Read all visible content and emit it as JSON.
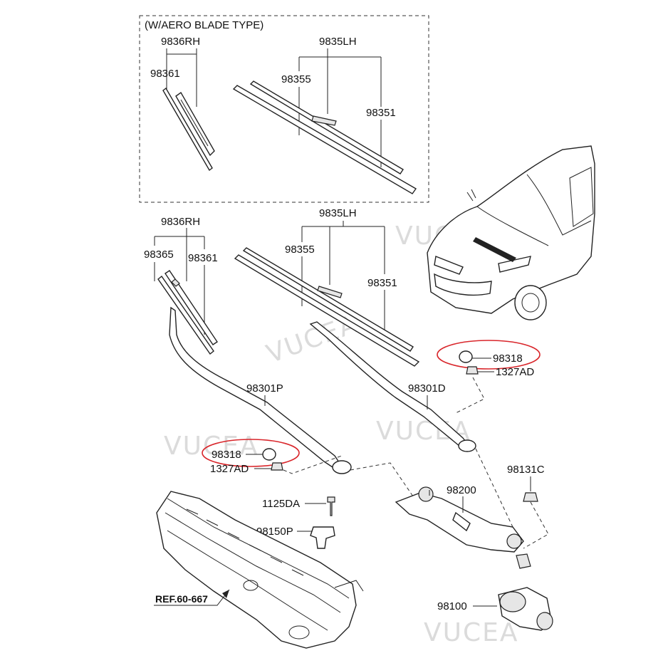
{
  "group_box": {
    "title": "(W/AERO BLADE TYPE)"
  },
  "labels": {
    "aero_rh": "9836RH",
    "aero_rh_blade": "98361",
    "aero_lh": "9835LH",
    "aero_lh_blade": "98355",
    "aero_lh_refill": "98351",
    "std_rh": "9836RH",
    "std_rh_frame": "98365",
    "std_rh_blade": "98361",
    "std_lh": "9835LH",
    "std_lh_blade": "98355",
    "std_lh_refill": "98351",
    "arm_p": "98301P",
    "arm_d": "98301D",
    "cap_d": "98318",
    "nut_d": "1327AD",
    "cap_p": "98318",
    "nut_p": "1327AD",
    "bolt": "1125DA",
    "bracket": "98150P",
    "linkage": "98200",
    "nut_link": "98131C",
    "motor": "98100",
    "ref": "REF.60-667"
  },
  "watermarks": [
    "VUCEA",
    "VUCEA",
    "VUCEA",
    "VUCEA",
    "VUCEA"
  ],
  "colors": {
    "highlight": "#d9262b",
    "line": "#222222",
    "watermark": "#cfcfcf"
  }
}
